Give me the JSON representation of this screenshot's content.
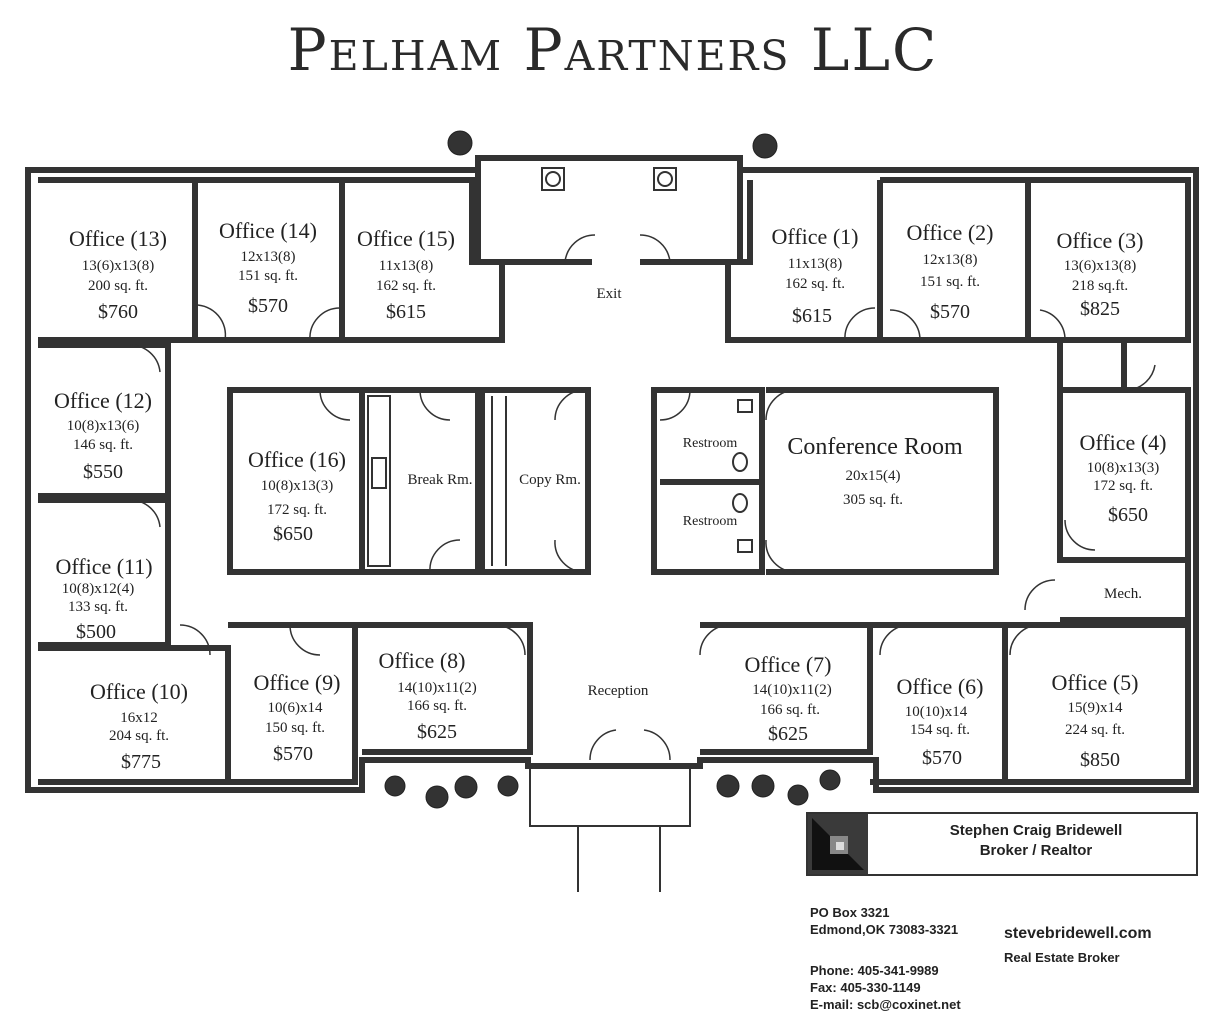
{
  "title": "Pelham Partners LLC",
  "rooms": [
    {
      "key": "o13",
      "name": "Office (13)",
      "dims": "13(6)x13(8)",
      "area": "200 sq. ft.",
      "price": "$760"
    },
    {
      "key": "o14",
      "name": "Office (14)",
      "dims": "12x13(8)",
      "area": "151 sq. ft.",
      "price": "$570"
    },
    {
      "key": "o15",
      "name": "Office (15)",
      "dims": "11x13(8)",
      "area": "162 sq. ft.",
      "price": "$615"
    },
    {
      "key": "o1",
      "name": "Office (1)",
      "dims": "11x13(8)",
      "area": "162 sq. ft.",
      "price": "$615"
    },
    {
      "key": "o2",
      "name": "Office (2)",
      "dims": "12x13(8)",
      "area": "151 sq. ft.",
      "price": "$570"
    },
    {
      "key": "o3",
      "name": "Office (3)",
      "dims": "13(6)x13(8)",
      "area": "218 sq.ft.",
      "price": "$825"
    },
    {
      "key": "o12",
      "name": "Office (12)",
      "dims": "10(8)x13(6)",
      "area": "146 sq. ft.",
      "price": "$550"
    },
    {
      "key": "o16",
      "name": "Office (16)",
      "dims": "10(8)x13(3)",
      "area": "172 sq. ft.",
      "price": "$650"
    },
    {
      "key": "o4",
      "name": "Office (4)",
      "dims": "10(8)x13(3)",
      "area": "172 sq. ft.",
      "price": "$650"
    },
    {
      "key": "o11",
      "name": "Office (11)",
      "dims": "10(8)x12(4)",
      "area": "133 sq. ft.",
      "price": "$500"
    },
    {
      "key": "o10",
      "name": "Office (10)",
      "dims": "16x12",
      "area": "204 sq. ft.",
      "price": "$775"
    },
    {
      "key": "o9",
      "name": "Office (9)",
      "dims": "10(6)x14",
      "area": "150 sq. ft.",
      "price": "$570"
    },
    {
      "key": "o8",
      "name": "Office (8)",
      "dims": "14(10)x11(2)",
      "area": "166 sq. ft.",
      "price": "$625"
    },
    {
      "key": "o7",
      "name": "Office (7)",
      "dims": "14(10)x11(2)",
      "area": "166 sq. ft.",
      "price": "$625"
    },
    {
      "key": "o6",
      "name": "Office (6)",
      "dims": "10(10)x14",
      "area": "154 sq. ft.",
      "price": "$570"
    },
    {
      "key": "o5",
      "name": "Office (5)",
      "dims": "15(9)x14",
      "area": "224 sq. ft.",
      "price": "$850"
    }
  ],
  "labels": {
    "exit": "Exit",
    "break_room": "Break Rm.",
    "copy_room": "Copy Rm.",
    "restroom_1": "Restroom",
    "restroom_2": "Restroom",
    "conference_name": "Conference Room",
    "conference_dims": "20x15(4)",
    "conference_area": "305 sq. ft.",
    "mech": "Mech.",
    "reception": "Reception"
  },
  "broker": {
    "name": "Stephen Craig Bridewell",
    "role": "Broker / Realtor",
    "address_1": "PO Box 3321",
    "address_2": "Edmond,OK 73083-3321",
    "phone": "Phone: 405-341-9989",
    "fax": "Fax: 405-330-1149",
    "email": "E-mail: scb@coxinet.net",
    "website": "stevebridewell.com",
    "tagline": "Real Estate Broker"
  }
}
